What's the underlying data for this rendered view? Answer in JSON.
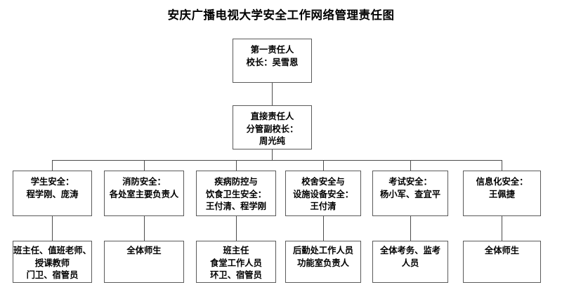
{
  "title": "安庆广播电视大学安全工作网络管理责任图",
  "nodes": {
    "root": {
      "name": "first-responsible-person",
      "lines": [
        "第一责任人",
        "校长：吴雪恩"
      ]
    },
    "second": {
      "name": "direct-responsible-person",
      "lines": [
        "直接责任人",
        "分管副校长：",
        "周光纯"
      ]
    },
    "branches": [
      {
        "name": "student-safety",
        "lines": [
          "学生安全：",
          "程学刚、庞涛"
        ],
        "staff": [
          "班主任、值班老师、",
          "授课教师",
          "门卫、宿管员"
        ],
        "staff_name": "student-safety-staff"
      },
      {
        "name": "fire-safety",
        "lines": [
          "消防安全：",
          "各处室主要负责人"
        ],
        "staff": [
          "全体师生"
        ],
        "staff_name": "fire-safety-staff"
      },
      {
        "name": "disease-and-food-hygiene-safety",
        "lines": [
          "疾病防控与",
          "饮食卫生安全：",
          "王付清、程学刚"
        ],
        "staff": [
          "班主任",
          "食堂工作人员",
          "环卫、宿管员"
        ],
        "staff_name": "disease-and-food-hygiene-safety-staff"
      },
      {
        "name": "campus-building-and-facility-safety",
        "lines": [
          "校舍安全与",
          "设施设备安全：",
          "王付清"
        ],
        "staff": [
          "后勤处工作人员",
          "功能室负责人"
        ],
        "staff_name": "campus-building-and-facility-safety-staff"
      },
      {
        "name": "examination-safety",
        "lines": [
          "考试安全：",
          "杨小军、查宜平"
        ],
        "staff": [
          "全体考务、监考",
          "人员"
        ],
        "staff_name": "examination-safety-staff"
      },
      {
        "name": "information-technology-safety",
        "lines": [
          "信息化安全：",
          "王佩捷"
        ],
        "staff": [
          "全体师生"
        ],
        "staff_name": "information-technology-safety-staff"
      }
    ]
  },
  "colors": {
    "border": "#5a5a5a",
    "connector": "#4c4c4c",
    "text": "#000000",
    "background": "#ffffff"
  }
}
